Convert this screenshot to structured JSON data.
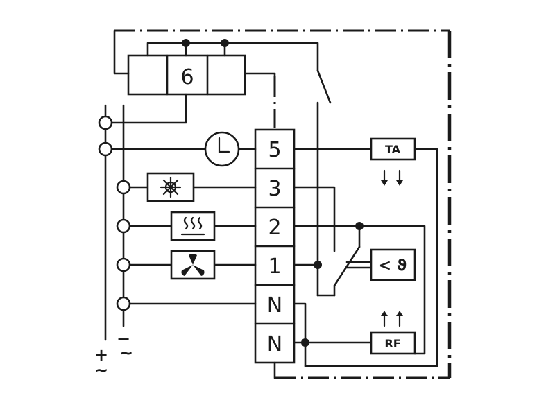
{
  "terminals": [
    "5",
    "3",
    "2",
    "1",
    "N",
    "N"
  ],
  "relay_terminal": "6",
  "ta_label": "TA",
  "rf_label": "RF",
  "sensor_label": "< ϑ",
  "supply_plus": "+",
  "supply_minus": "−",
  "supply_ac_left": "~",
  "supply_ac_right": "~"
}
